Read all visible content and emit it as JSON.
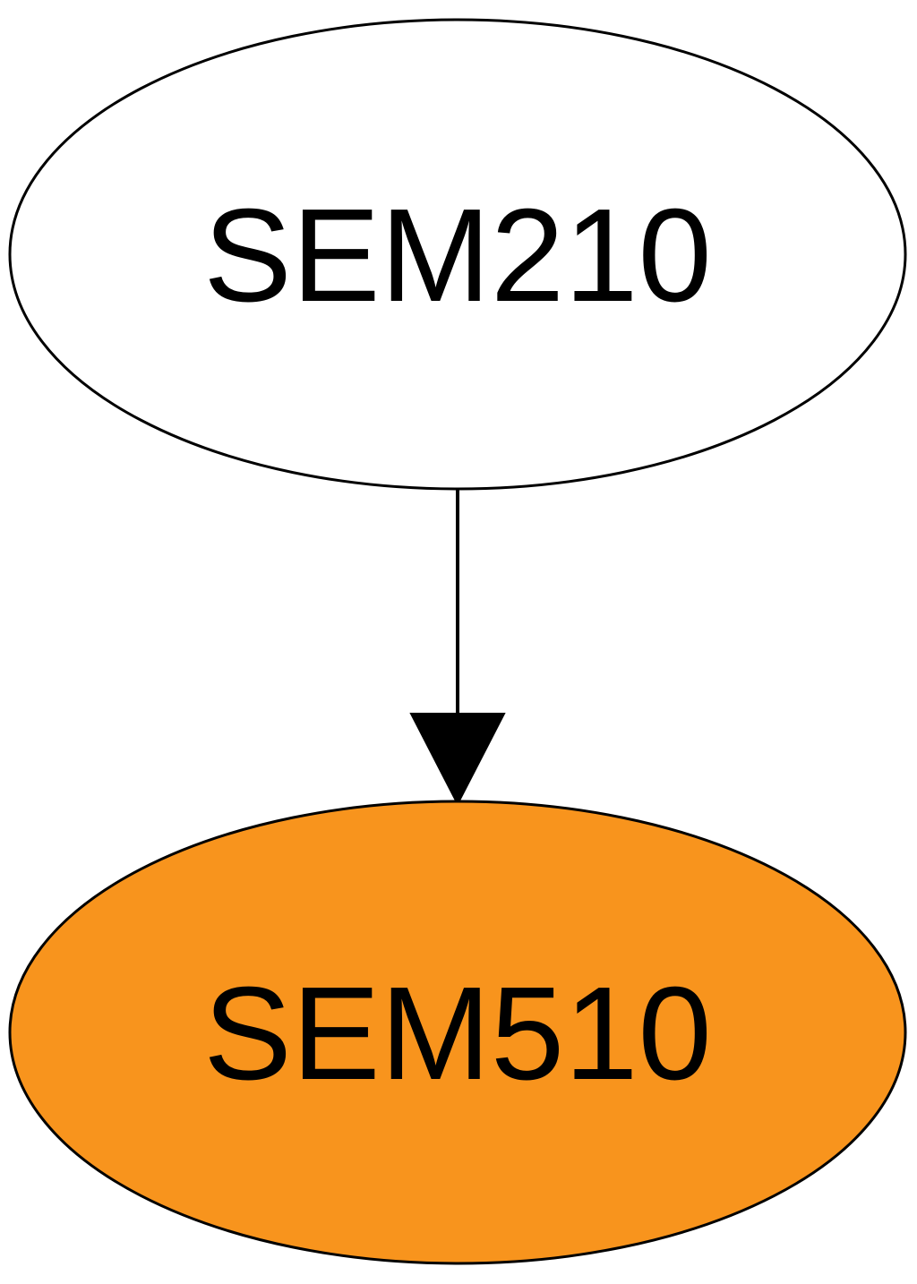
{
  "diagram": {
    "type": "directed-graph",
    "background": "#ffffff",
    "nodes": [
      {
        "id": "SEM210",
        "label": "SEM210",
        "fill": "#ffffff",
        "stroke": "#000000"
      },
      {
        "id": "SEM510",
        "label": "SEM510",
        "fill": "#F8941D",
        "stroke": "#000000"
      }
    ],
    "edges": [
      {
        "from": "SEM210",
        "to": "SEM510",
        "color": "#000000",
        "arrowhead": "filled-triangle"
      }
    ]
  }
}
